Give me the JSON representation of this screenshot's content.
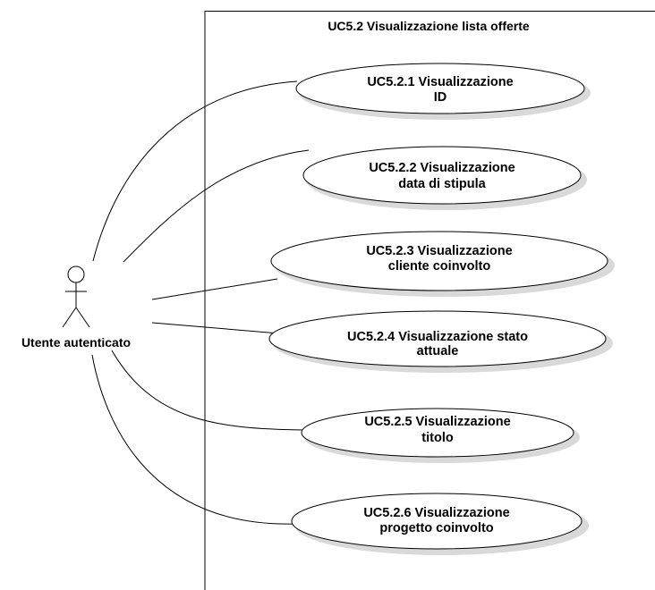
{
  "system": {
    "title": "UC5.2 Visualizzazione lista offerte"
  },
  "actor": {
    "name": "Utente autenticato"
  },
  "use_cases": [
    {
      "line1": "UC5.2.1 Visualizzazione",
      "line2": "ID"
    },
    {
      "line1": "UC5.2.2 Visualizzazione",
      "line2": "data di stipula"
    },
    {
      "line1": "UC5.2.3 Visualizzazione",
      "line2": "cliente coinvolto"
    },
    {
      "line1": "UC5.2.4 Visualizzazione stato",
      "line2": "attuale"
    },
    {
      "line1": "UC5.2.5 Visualizzazione",
      "line2": "titolo"
    },
    {
      "line1": "UC5.2.6 Visualizzazione",
      "line2": "progetto coinvolto"
    }
  ],
  "colors": {
    "stroke": "#000000",
    "fill": "#ffffff",
    "shadow": "#d9d9d9"
  }
}
